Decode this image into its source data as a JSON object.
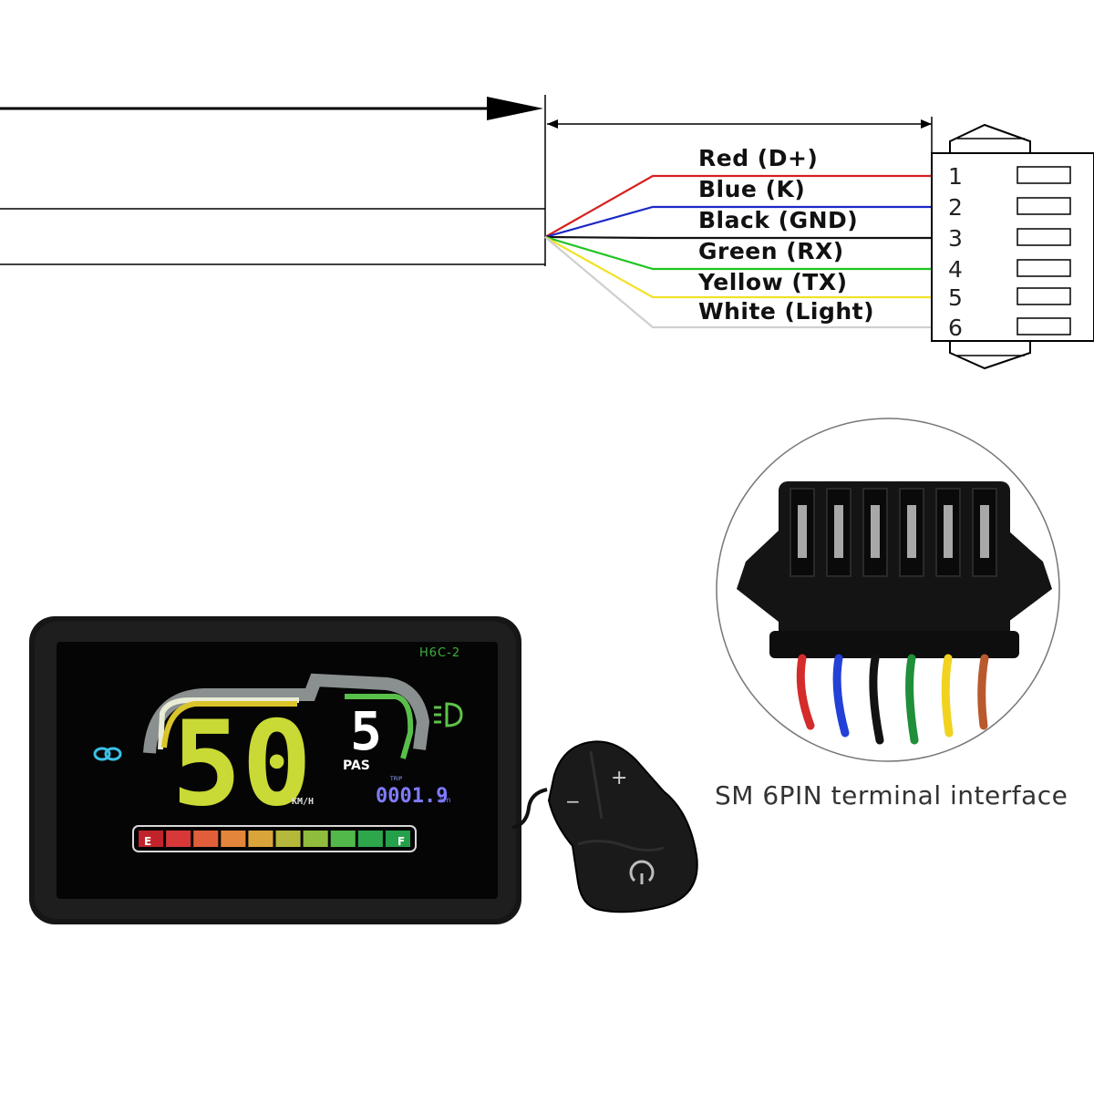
{
  "wires": [
    {
      "pin": "1",
      "label": "Red  (D+)",
      "color": "#d62020"
    },
    {
      "pin": "2",
      "label": "Blue  (K)",
      "color": "#1a28c8"
    },
    {
      "pin": "3",
      "label": "Black  (GND)",
      "color": "#111111"
    },
    {
      "pin": "4",
      "label": "Green  (RX)",
      "color": "#1fc41f"
    },
    {
      "pin": "5",
      "label": "Yellow  (TX)",
      "color": "#f2e22a"
    },
    {
      "pin": "6",
      "label": "White  (Light)",
      "color": "#cfcfcf"
    }
  ],
  "display": {
    "model": "H6C-2",
    "speed": "50",
    "speed_unit": "KM/H",
    "pas_level": "5",
    "pas_label": "PAS",
    "trip_label": "TRIP",
    "trip_value": "0001.9",
    "trip_unit": "km",
    "battery_empty": "E",
    "battery_full": "F",
    "battery_segment_colors": [
      "#c0242a",
      "#d83838",
      "#e05f3a",
      "#e3853a",
      "#d9a43a",
      "#b5b83a",
      "#8fbc3c",
      "#52b84a",
      "#2ea64c",
      "#24a04a"
    ]
  },
  "remote": {
    "plus": "+",
    "minus": "−"
  },
  "connector": {
    "pins": 6,
    "wire_colors": [
      "#d42b2b",
      "#2341d6",
      "#121212",
      "#1f8f3a",
      "#f1d21f",
      "#b85a2e"
    ]
  },
  "caption": "SM 6PIN terminal interface"
}
